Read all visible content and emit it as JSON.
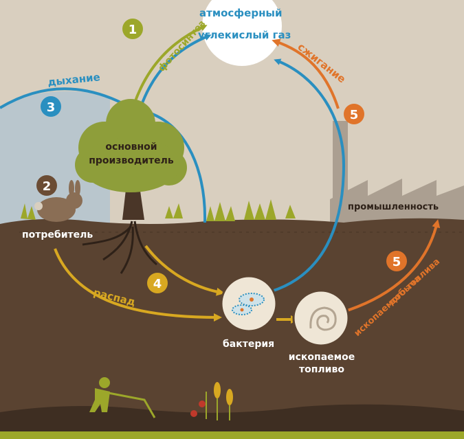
{
  "title": {
    "line1": "атмосферный",
    "line2": "углекислый газ"
  },
  "labels": {
    "photosynthesis": "фотосинтез",
    "respiration": "дыхание",
    "combustion": "сжигание",
    "producer_line1": "основной",
    "producer_line2": "производитель",
    "consumer": "потребитель",
    "decay": "распад",
    "bacteria": "бактерия",
    "fossil_line1": "ископаемое",
    "fossil_line2": "топливо",
    "industry": "промышленность",
    "extraction_line1": "добыча",
    "extraction_line2": "ископаемого топлива"
  },
  "badges": {
    "b1": "1",
    "b2": "2",
    "b3": "3",
    "b4": "4",
    "b5a": "5",
    "b5b": "5"
  },
  "colors": {
    "sky": "#d9cfbf",
    "soil": "#5a4331",
    "tree_green": "#8e9e3a",
    "blue": "#2a8fc0",
    "olive": "#9ca72a",
    "orange": "#e0742a",
    "yellow": "#d8a821",
    "respiration_zone": "#b9c6cd",
    "factory": "#ab9f91"
  }
}
